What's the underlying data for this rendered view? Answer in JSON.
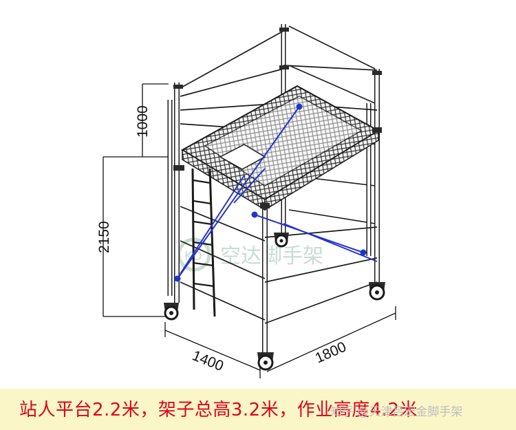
{
  "dimensions": {
    "top_rail_height": "1000",
    "platform_height": "2150",
    "width": "1400",
    "length": "1800"
  },
  "watermark": {
    "logo_mark": "KD",
    "text": "空达脚手架"
  },
  "caption": {
    "text": "站人平台2.2米，架子总高3.2米，作业高度4.2米",
    "credit": "知乎 @天津吕宏金脚手架"
  },
  "colors": {
    "frame": "#1a1a1a",
    "brace": "#2233cc",
    "caption_text": "#e0001a",
    "caption_bg": "#fbf6c8",
    "watermark": "#c9ddd0"
  },
  "icons": [
    "caster-wheel-icon",
    "ladder-icon",
    "platform-mesh-icon",
    "logo-icon"
  ]
}
